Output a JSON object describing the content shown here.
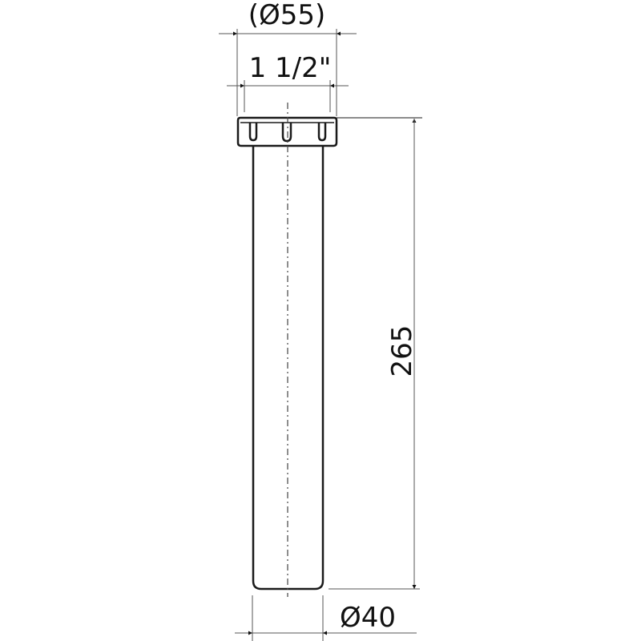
{
  "dimensions": {
    "outer_diameter": "(Ø55)",
    "thread": "1 1/2\"",
    "length": "265",
    "pipe_diameter": "Ø40"
  },
  "colors": {
    "line": "#1a1a1a",
    "dim": "#555555"
  }
}
